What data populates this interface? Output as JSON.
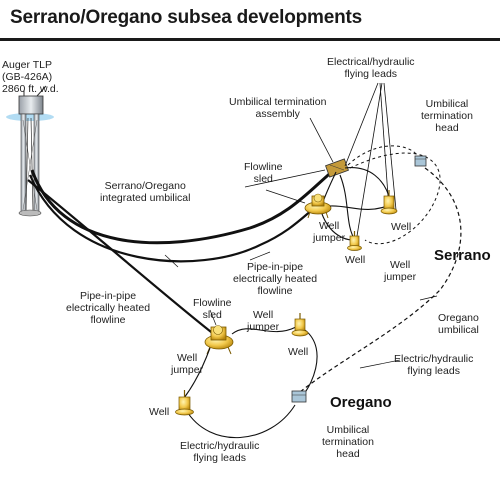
{
  "title": "Serrano/Oregano subsea developments",
  "fields": {
    "serrano": "Serrano",
    "oregano": "Oregano"
  },
  "labels": {
    "auger_tlp": [
      "Auger TLP",
      "(GB-426A)",
      "2860 ft. w.d."
    ],
    "flying_leads_top": [
      "Electrical/hydraulic",
      "flying leads"
    ],
    "utermination_assembly": [
      "Umbilical termination",
      "assembly"
    ],
    "utermination_head_top": [
      "Umbilical",
      "termination",
      "head"
    ],
    "flowline_sled_serrano": [
      "Flowline",
      "sled"
    ],
    "integrated_umbilical": [
      "Serrano/Oregano",
      "integrated umbilical"
    ],
    "well_serrano_1": [
      "Well"
    ],
    "well_jumper_serrano_a": [
      "Well",
      "jumper"
    ],
    "well_serrano_2": [
      "Well"
    ],
    "well_jumper_serrano_b": [
      "Well",
      "jumper"
    ],
    "pip_flowline_serrano": [
      "Pipe-in-pipe",
      "electrically heated",
      "flowline"
    ],
    "pip_flowline_oregano": [
      "Pipe-in-pipe",
      "electrically heated",
      "flowline"
    ],
    "flowline_sled_oregano": [
      "Flowline",
      "sled"
    ],
    "well_jumper_oregano_a": [
      "Well",
      "jumper"
    ],
    "well_oregano_1": [
      "Well"
    ],
    "well_jumper_oregano_b": [
      "Well",
      "jumper"
    ],
    "well_oregano_2": [
      "Well"
    ],
    "oregano_umbilical": [
      "Oregano",
      "umbilical"
    ],
    "flying_leads_oregano": [
      "Electric/hydraulic",
      "flying leads"
    ],
    "utermination_head_oregano": [
      "Umbilical",
      "termination",
      "head"
    ],
    "flying_leads_bottom": [
      "Electric/hydraulic",
      "flying leads"
    ]
  }
}
